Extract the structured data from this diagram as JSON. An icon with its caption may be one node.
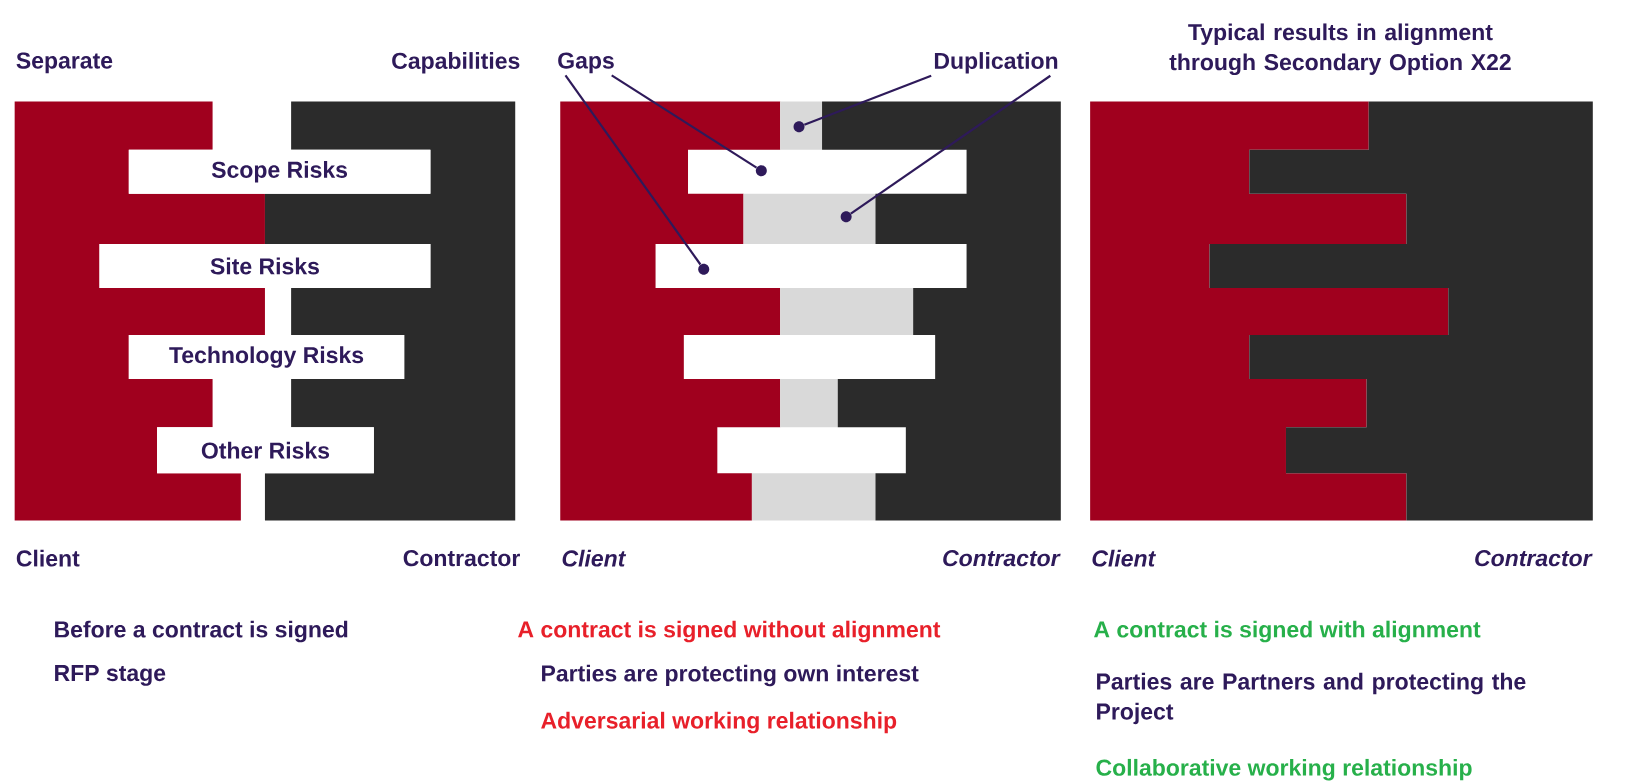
{
  "diagram": {
    "nodes": [
      {
        "text": [
          "Scope Risks"
        ]
      },
      {
        "text": [
          "Site Risks"
        ]
      },
      {
        "text": [
          "Technology Risks"
        ]
      },
      {
        "text": [
          "Other Risks"
        ]
      },
      {
        "text": [
          "Gaps"
        ]
      },
      {
        "text": [
          "Duplication"
        ]
      },
      {
        "text": [],
        "shape": "circle"
      },
      {
        "text": [],
        "shape": "circle"
      },
      {
        "text": [],
        "shape": "circle"
      },
      {
        "text": [],
        "shape": "circle"
      }
    ],
    "edges": [
      {
        "from": 4,
        "to": 9,
        "arrow": "none"
      },
      {
        "from": 4,
        "to": 7,
        "arrow": "none"
      },
      {
        "from": 5,
        "to": 6,
        "arrow": "none"
      },
      {
        "from": 5,
        "to": 8,
        "arrow": "none"
      }
    ],
    "labels": [
      "Separate",
      "Capabilities",
      "Typical results in alignment through Secondary Option X22",
      "Client",
      "Contractor",
      "Client",
      "Contractor",
      "Client",
      "Contractor",
      "Before a contract is signed",
      "A contract is signed without alignment",
      "A contract is signed with alignment",
      "RFP stage",
      "Parties are protecting own interest",
      "Parties are Partners and protecting the Project",
      "Adversarial working relationship",
      "Collaborative working relationship"
    ]
  }
}
